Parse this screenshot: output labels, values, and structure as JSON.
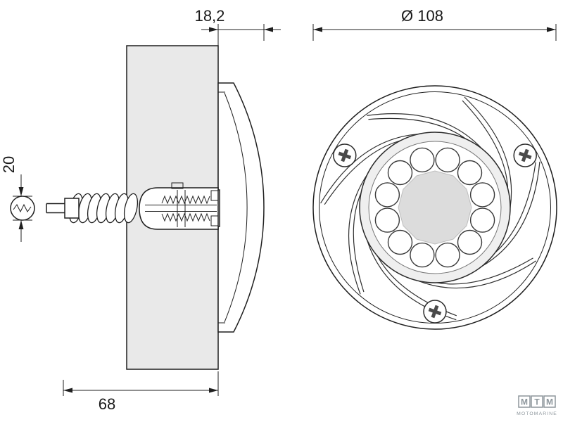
{
  "dimensions": {
    "flange_thickness": "18,2",
    "outer_diameter": "Ø 108",
    "cable_diameter": "20",
    "mounting_depth": "68"
  },
  "logo": {
    "letters": [
      "M",
      "T",
      "M"
    ],
    "caption": "MOTOMARINE"
  },
  "colors": {
    "line": "#1f1f1f",
    "panel_fill": "#e9e9e9",
    "ring_fill": "#efefef",
    "lens_fill": "#dcdcdc",
    "logo_gray": "#8d969c"
  }
}
